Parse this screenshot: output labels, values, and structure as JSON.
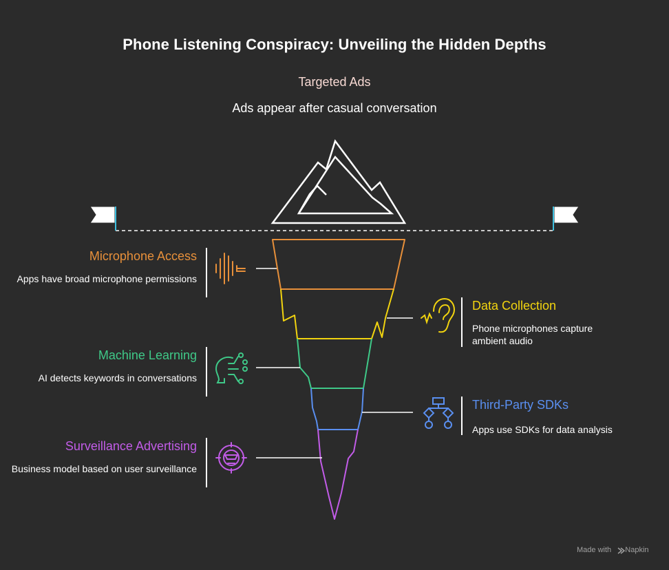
{
  "title": "Phone Listening Conspiracy: Unveiling the Hidden Depths",
  "peak": {
    "title": "Targeted Ads",
    "description": "Ads appear after casual conversation",
    "icon": "mountain-icon"
  },
  "layers": [
    {
      "id": "microphone",
      "side": "left",
      "title": "Microphone Access",
      "description": "Apps have broad microphone permissions",
      "color": "#e8903a",
      "icon": "sound-wave-icon"
    },
    {
      "id": "data",
      "side": "right",
      "title": "Data Collection",
      "description": "Phone microphones capture ambient audio",
      "color": "#f2d40f",
      "icon": "ear-icon"
    },
    {
      "id": "ml",
      "side": "left",
      "title": "Machine Learning",
      "description": "AI detects keywords in conversations",
      "color": "#3fc988",
      "icon": "ai-head-icon"
    },
    {
      "id": "sdk",
      "side": "right",
      "title": "Third-Party SDKs",
      "description": "Apps use SDKs for data analysis",
      "color": "#5a8ff0",
      "icon": "flowchart-icon"
    },
    {
      "id": "surveillance",
      "side": "left",
      "title": "Surveillance Advertising",
      "description": "Business model based on user surveillance",
      "color": "#c25ce8",
      "icon": "target-face-icon"
    }
  ],
  "flags": {
    "icon": "flag-icon",
    "line_color": "#3ec0e0"
  },
  "footer": {
    "text": "Made with",
    "brand": "Napkin"
  }
}
